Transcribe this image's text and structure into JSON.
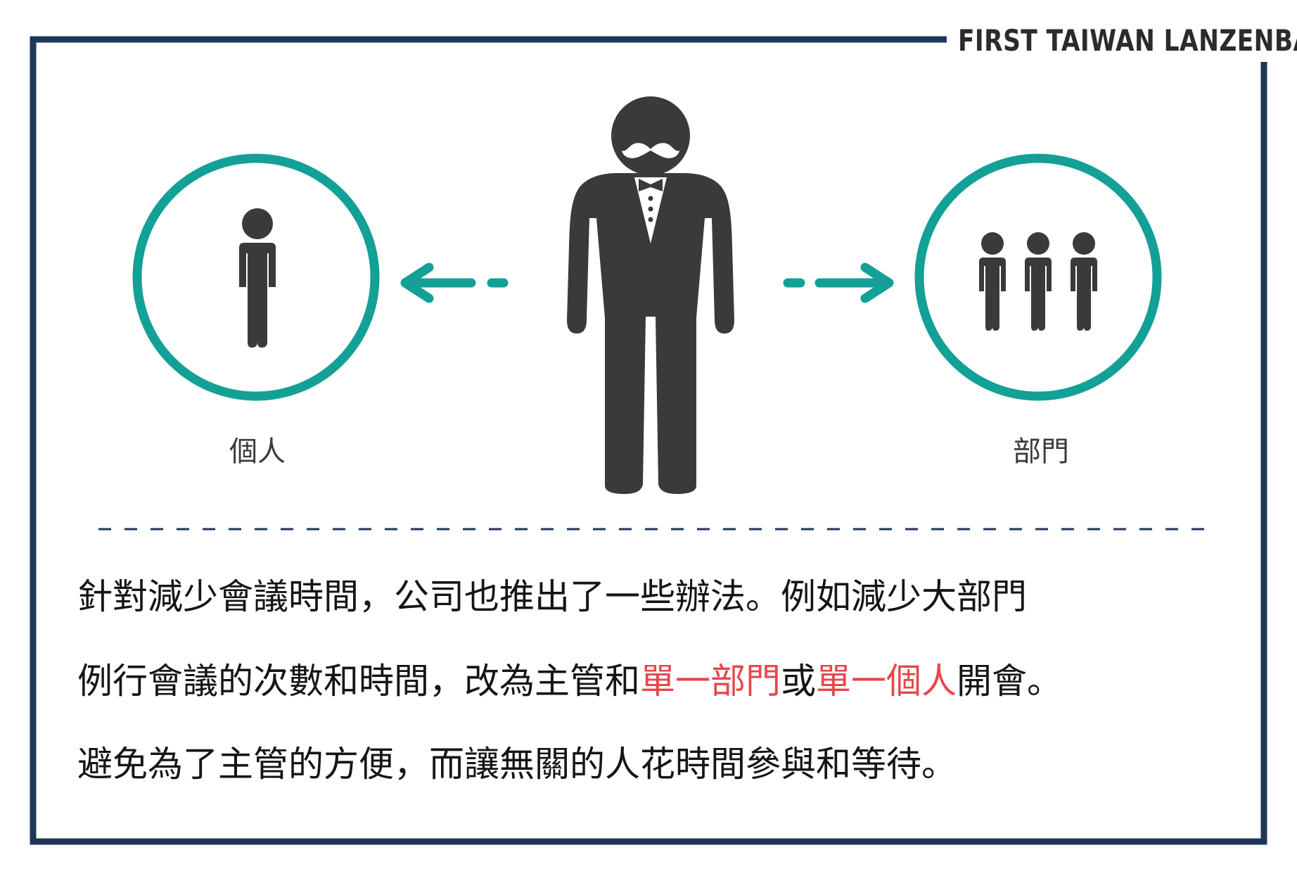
{
  "brand": {
    "text": "FIRST TAIWAN  LANZENBAO"
  },
  "labels": {
    "left": "個人",
    "right": "部門"
  },
  "paragraph": {
    "line1": "針對減少會議時間，公司也推出了一些辦法。例如減少大部門",
    "line2_a": "例行會議的次數和時間，改為主管和",
    "line2_hl1": "單一部門",
    "line2_b": "或",
    "line2_hl2": "單一個人",
    "line2_c": "開會。",
    "line3": "避免為了主管的方便，而讓無關的人花時間參與和等待。"
  },
  "colors": {
    "frame": "#1f3658",
    "teal": "#13a096",
    "figure": "#3a3a3a",
    "highlight": "#e5484d",
    "dashed_line": "#1f3658"
  },
  "icons": {
    "manager": "boss-figure-icon",
    "individual": "single-person-icon",
    "department": "group-of-people-icon",
    "arrow_left": "dashed-arrow-left-icon",
    "arrow_right": "dashed-arrow-right-icon"
  }
}
